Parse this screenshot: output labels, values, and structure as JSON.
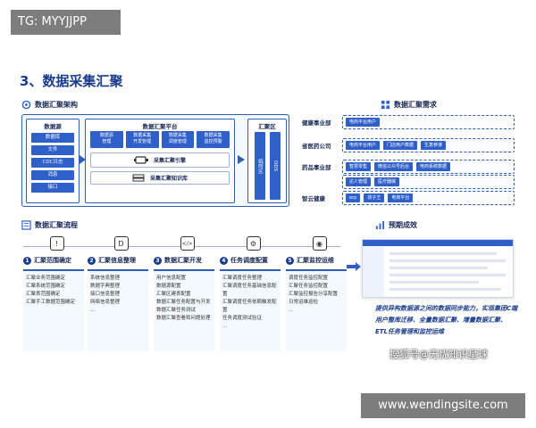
{
  "tags": {
    "top": "TG: MYYJJPP",
    "bottom": "www.wendingsite.com"
  },
  "title": "3、数据采集汇聚",
  "arch": {
    "title": "数据汇聚架构",
    "datasource": {
      "title": "数据源",
      "items": [
        "数据库",
        "文件",
        "CDC日志",
        "消息",
        "接口"
      ]
    },
    "platform": {
      "title": "数据汇聚平台",
      "modules": [
        "数据源\n管理",
        "数据采集\n开发管理",
        "数据采集\n调度管理",
        "数据采集\n监控预警"
      ],
      "engine": "采集汇聚引擎",
      "kb": "采集汇聚知识库"
    },
    "zone": {
      "title": "汇聚区",
      "cols": [
        "临时区",
        "ODS"
      ]
    }
  },
  "req": {
    "title": "数据汇聚需求",
    "rows": [
      {
        "dept": "健康事业部",
        "chips": [
          "电商平台用户"
        ]
      },
      {
        "dept": "省医药公司",
        "chips": [
          "电商平台用户",
          "门店用户数据",
          "生意参谋"
        ]
      },
      {
        "dept": "药品事业部",
        "chips": [
          "智慧零售",
          "微信公众号后台",
          "电商系统数据"
        ],
        "sub": [
          "达人管理",
          "医疗器械"
        ]
      },
      {
        "dept": "智云健康",
        "chips": [
          "erp",
          "孩子王",
          "电商平台"
        ]
      }
    ]
  },
  "flow": {
    "title": "数据汇聚流程",
    "steps": [
      {
        "num": "1",
        "label": "汇聚范围确定",
        "icon": "!",
        "items": [
          "汇聚业务范围确定",
          "汇聚系统范围确定",
          "汇聚表范围确定",
          "汇聚手工数据范围确定"
        ]
      },
      {
        "num": "2",
        "label": "汇聚信息整理",
        "icon": "D",
        "items": [
          "系统信息整理",
          "数据字典整理",
          "接口信息整理",
          "网络信息整理",
          "..."
        ]
      },
      {
        "num": "3",
        "label": "数据汇聚开发",
        "icon": "</>",
        "items": [
          "用户信息配置",
          "数据源配置",
          "汇聚区建表配置",
          "数据汇聚任务配置与开发",
          "数据汇聚任务测试",
          "数据汇聚查看和问题处理"
        ]
      },
      {
        "num": "4",
        "label": "任务调度配置",
        "icon": "⚙",
        "items": [
          "汇聚调度任务整理",
          "汇聚调度任务基础信息配置",
          "汇聚调度任务依赖触发配置",
          "任务调度测试验证",
          "..."
        ]
      },
      {
        "num": "5",
        "label": "汇聚监控运维",
        "icon": "◉",
        "items": [
          "调度任务监控配置",
          "汇聚任务监控配置",
          "汇聚监控报告分享配置",
          "日常运维巡检",
          "..."
        ]
      }
    ]
  },
  "result": {
    "title": "预期成效",
    "text": "提供异构数据源之间的数据同步能力，实现集团C端用户整库迁移、全量数据汇聚、增量数据汇聚、ETL任务管理和监控运维"
  },
  "watermark": "搜狐号@无忧知识星球"
}
